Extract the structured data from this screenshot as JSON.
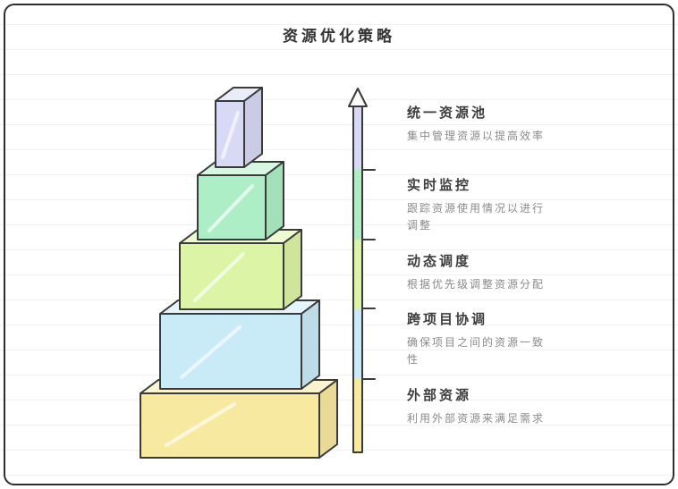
{
  "title": "资源优化策略",
  "levels": [
    {
      "name": "统一资源池",
      "desc": "集中管理资源以提高效率",
      "color": "#d7d9f5"
    },
    {
      "name": "实时监控",
      "desc": "跟踪资源使用情况以进行调整",
      "color": "#aeeec6"
    },
    {
      "name": "动态调度",
      "desc": "根据优先级调整资源分配",
      "color": "#dcf4a5"
    },
    {
      "name": "跨项目协调",
      "desc": "确保项目之间的资源一致性",
      "color": "#c9eaf7"
    },
    {
      "name": "外部资源",
      "desc": "利用外部资源来满足需求",
      "color": "#f8e9a1"
    }
  ]
}
